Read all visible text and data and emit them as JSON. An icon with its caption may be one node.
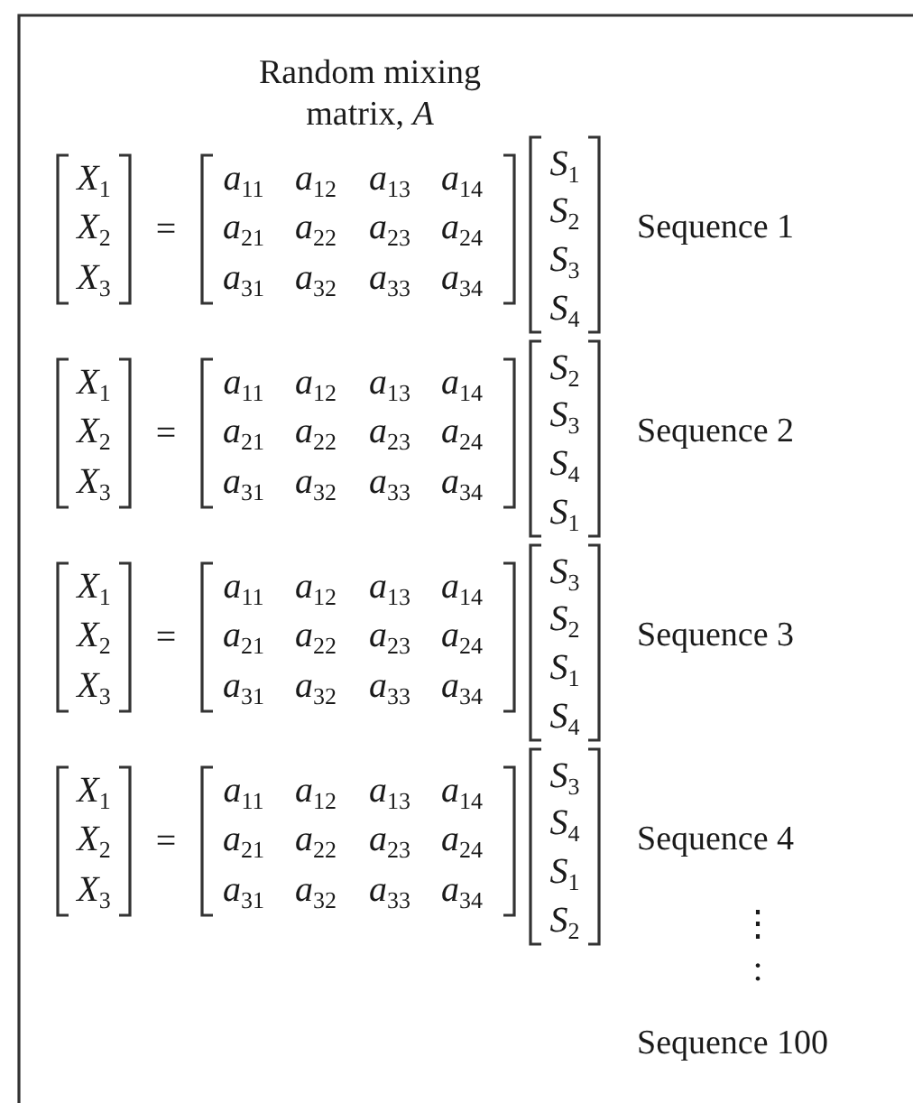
{
  "diagram": {
    "labels": [
      "Random mixing matrix, *A*",
      "*X*$_{1}$",
      "*X*$_{2}$",
      "*X*$_{3}$",
      "=",
      "*a*$_{11}$",
      "*a*$_{12}$",
      "*a*$_{13}$",
      "*a*$_{14}$",
      "*a*$_{21}$",
      "*a*$_{22}$",
      "*a*$_{23}$",
      "*a*$_{24}$",
      "*a*$_{31}$",
      "*a*$_{32}$",
      "*a*$_{33}$",
      "*a*$_{34}$",
      "*S*$_{1}$",
      "*S*$_{2}$",
      "*S*$_{3}$",
      "*S*$_{4}$",
      "Sequence 1",
      "*X*$_{1}$",
      "*X*$_{2}$",
      "*X*$_{3}$",
      "=",
      "*a*$_{11}$",
      "*a*$_{12}$",
      "*a*$_{13}$",
      "*a*$_{14}$",
      "*a*$_{21}$",
      "*a*$_{22}$",
      "*a*$_{23}$",
      "*a*$_{24}$",
      "*a*$_{31}$",
      "*a*$_{32}$",
      "*a*$_{33}$",
      "*a*$_{34}$",
      "*S*$_{2}$",
      "*S*$_{3}$",
      "*S*$_{4}$",
      "*S*$_{1}$",
      "Sequence 2",
      "*X*$_{1}$",
      "*X*$_{2}$",
      "*X*$_{3}$",
      "=",
      "*a*$_{11}$",
      "*a*$_{12}$",
      "*a*$_{13}$",
      "*a*$_{14}$",
      "*a*$_{21}$",
      "*a*$_{22}$",
      "*a*$_{23}$",
      "*a*$_{24}$",
      "*a*$_{31}$",
      "*a*$_{32}$",
      "*a*$_{33}$",
      "*a*$_{34}$",
      "*S*$_{3}$",
      "*S*$_{2}$",
      "*S*$_{1}$",
      "*S*$_{4}$",
      "Sequence 3",
      "*X*$_{1}$",
      "*X*$_{2}$",
      "*X*$_{3}$",
      "=",
      "*a*$_{11}$",
      "*a*$_{12}$",
      "*a*$_{13}$",
      "*a*$_{14}$",
      "*a*$_{21}$",
      "*a*$_{22}$",
      "*a*$_{23}$",
      "*a*$_{24}$",
      "*a*$_{31}$",
      "*a*$_{32}$",
      "*a*$_{33}$",
      "*a*$_{34}$",
      "*S*$_{3}$",
      "*S*$_{4}$",
      "*S*$_{1}$",
      "*S*$_{2}$",
      "Sequence 4",
      "⋮",
      ":",
      "Sequence 100"
    ]
  }
}
